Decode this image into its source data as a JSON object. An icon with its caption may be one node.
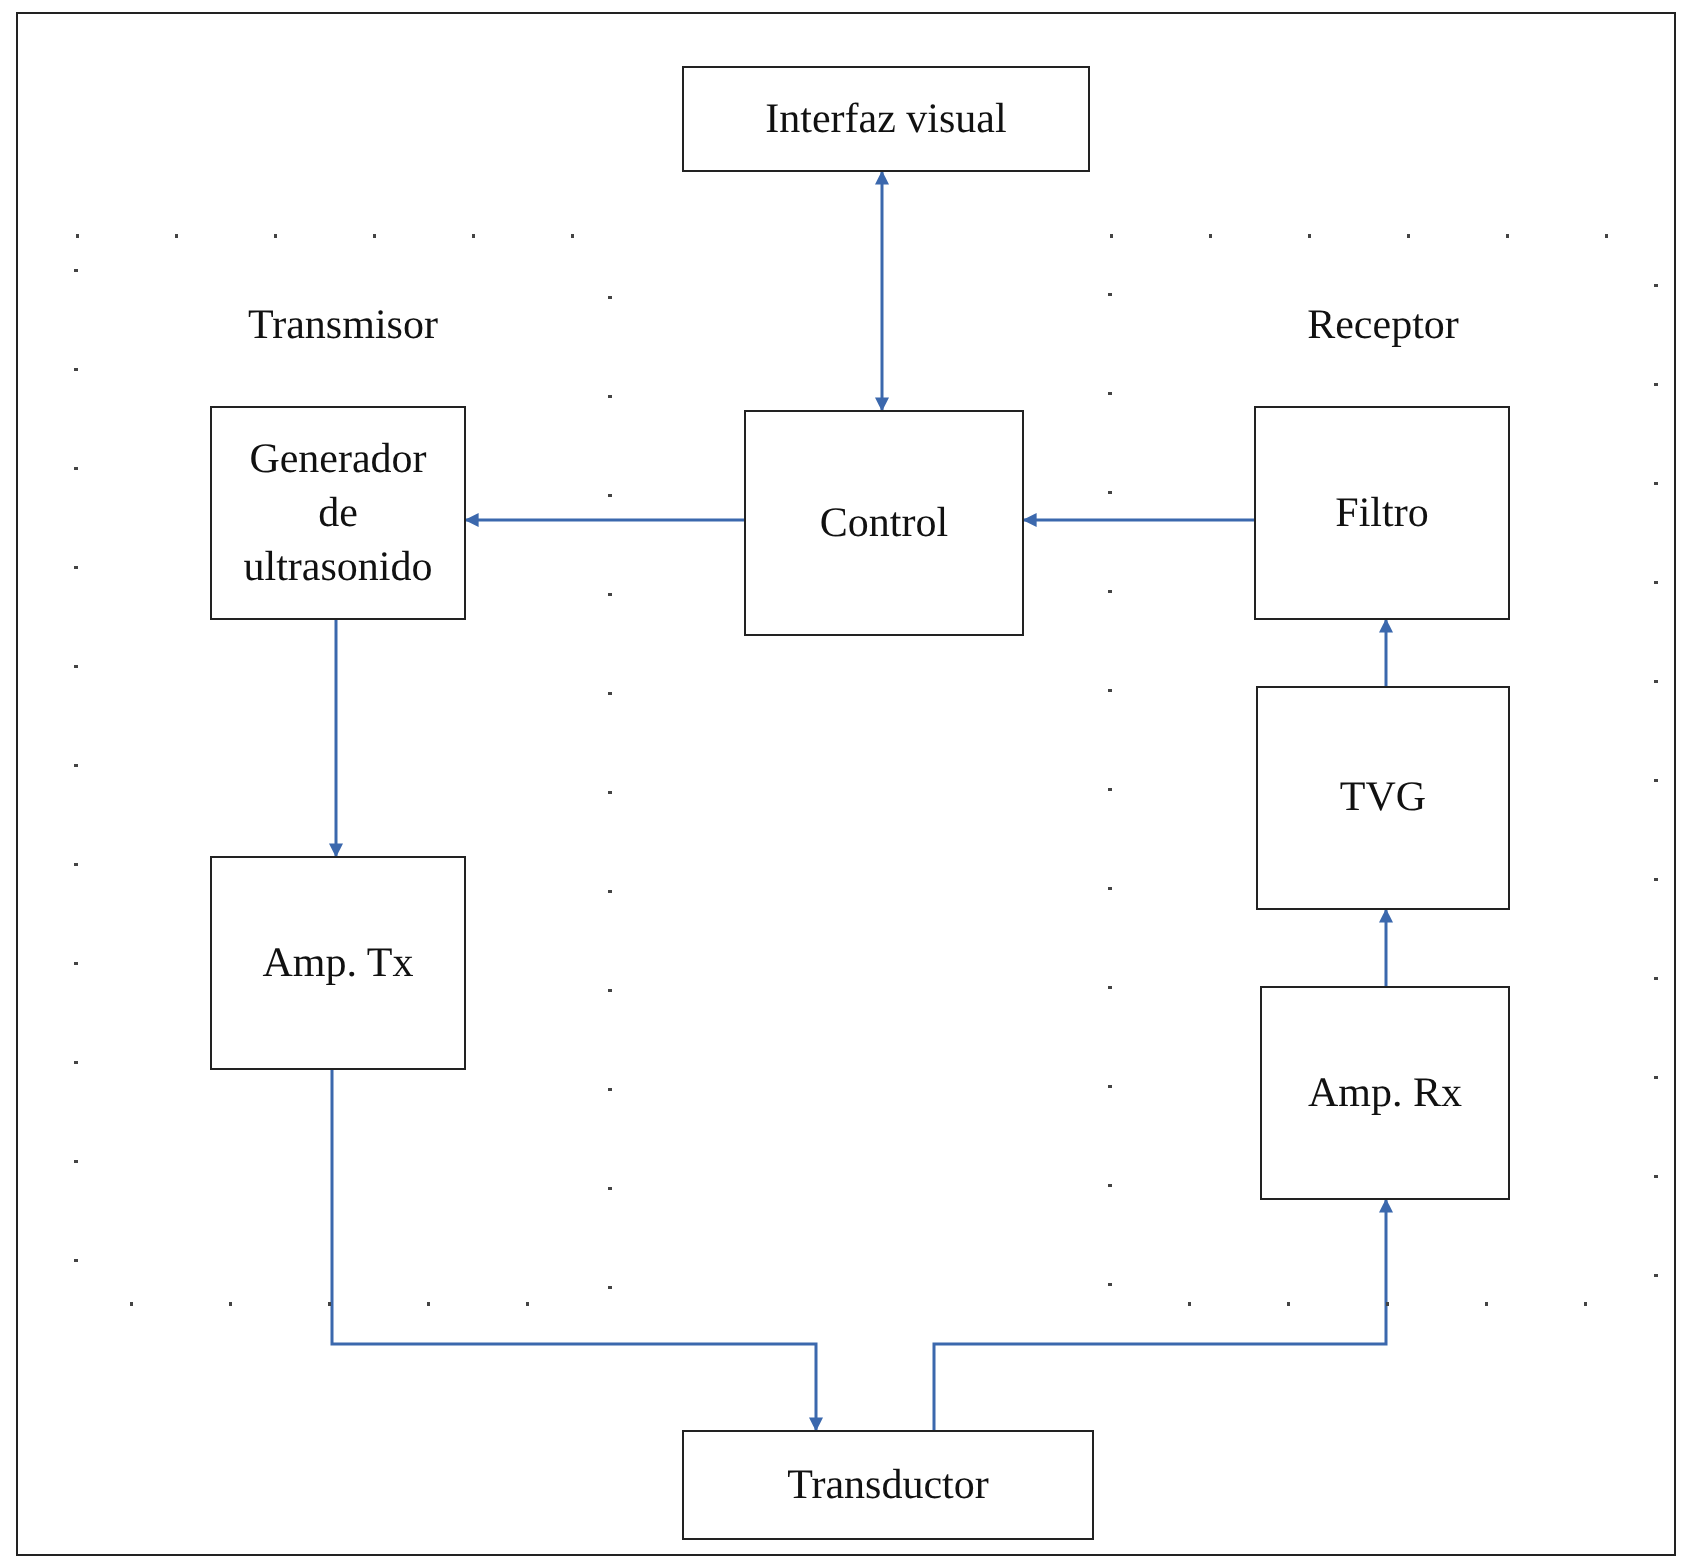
{
  "diagram": {
    "nodes": [
      {
        "text": [
          "Interfaz visual"
        ]
      },
      {
        "text": [
          "Transmisor"
        ]
      },
      {
        "text": [
          "Generador de ultrasonido"
        ],
        "in": 1
      },
      {
        "text": [
          "Amp. Tx"
        ],
        "in": 1
      },
      {
        "text": [
          "Control"
        ]
      },
      {
        "text": [
          "Receptor"
        ]
      },
      {
        "text": [
          "Filtro"
        ],
        "in": 5
      },
      {
        "text": [
          "TVG"
        ],
        "in": 5
      },
      {
        "text": [
          "Amp. Rx"
        ],
        "in": 5
      },
      {
        "text": [
          "Transductor"
        ]
      }
    ],
    "edges": [
      {
        "from": 0,
        "to": 4,
        "arrow": "both"
      },
      {
        "from": 4,
        "to": 2,
        "arrow": "to"
      },
      {
        "from": 6,
        "to": 4,
        "arrow": "to"
      },
      {
        "from": 2,
        "to": 3,
        "arrow": "to"
      },
      {
        "from": 3,
        "to": 9,
        "arrow": "to"
      },
      {
        "from": 9,
        "to": 8,
        "arrow": "to"
      },
      {
        "from": 8,
        "to": 7,
        "arrow": "to"
      },
      {
        "from": 7,
        "to": 6,
        "arrow": "to"
      }
    ]
  }
}
